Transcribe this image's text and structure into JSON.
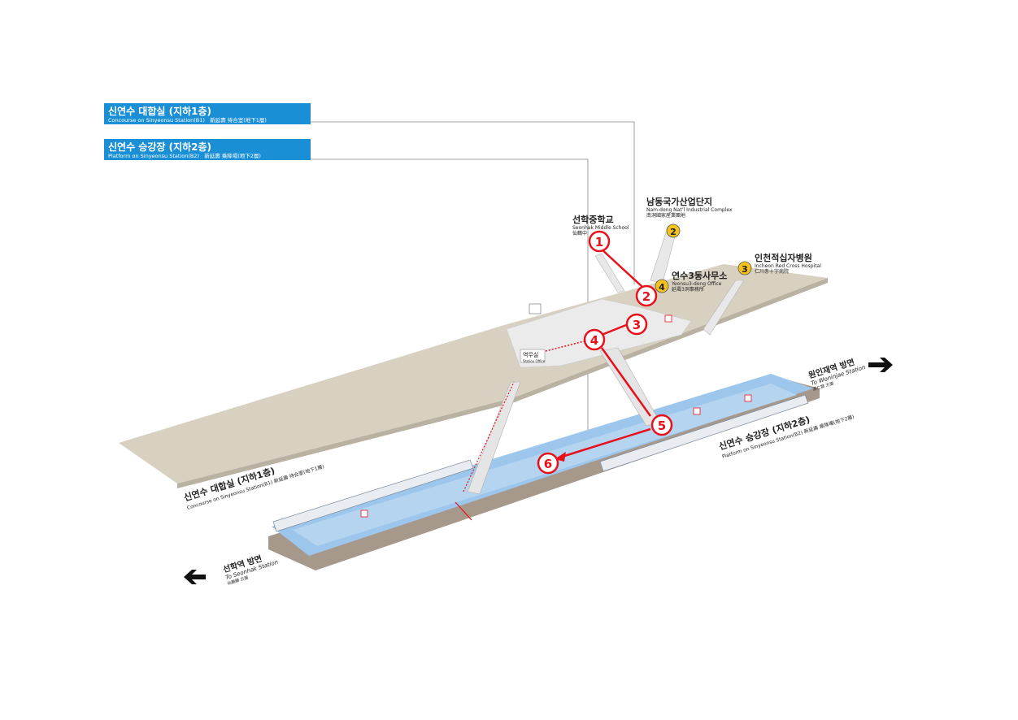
{
  "legend": {
    "concourse": {
      "ko": "신연수 대합실 (지하1층)",
      "en": "Concourse on Sinyeonsu Station(B1)",
      "cn": "新延壽 待合室(地下1層)"
    },
    "platform": {
      "ko": "신연수 승강장 (지하2층)",
      "en": "Platform on Sinyeonsu Station(B2)",
      "cn": "新延壽 乘降場(地下2層)"
    }
  },
  "exits": [
    {
      "num": "2",
      "ko": "남동국가산업단지",
      "en": "Nam-dong Nat’l Industrial Complex",
      "cn": "南洞國家産業團地"
    },
    {
      "num": "3",
      "ko": "인천적십자병원",
      "en": "Incheon Red Cross Hospital",
      "cn": "仁川赤十字病院"
    },
    {
      "num": "4",
      "ko": "연수3동사무소",
      "en": "Yeonsu3-dong Office",
      "cn": "延壽3洞事務所"
    },
    {
      "num": "1",
      "ko": "선학중학교",
      "en": "Seonhak Middle School",
      "cn": "仙鶴中"
    }
  ],
  "route_steps": [
    "1",
    "2",
    "3",
    "4",
    "5",
    "6"
  ],
  "concourse_label": {
    "ko": "신연수 대합실 (지하1층)",
    "en": "Concourse on Sinyeonsu Station(B1) 新延壽 待合室(地下1層)"
  },
  "platform_label": {
    "ko": "신연수 승강장 (지하2층)",
    "en": "Platform on Sinyeonsu Station(B2) 新延壽 乘降場(地下2層)"
  },
  "direction_right": {
    "ko": "원인재역 방면",
    "en": "To Woninjae Station",
    "cn": "源仁齋 方面"
  },
  "direction_left": {
    "ko": "선학역 방면",
    "en": "To Seonhak Station",
    "cn": "仙鶴驛 方面"
  },
  "office_label": {
    "ko": "역무실",
    "en": "Station Office"
  },
  "colors": {
    "legend_bg": "#1a8fd6",
    "concourse": "#d8d1c2",
    "platform": "#9cc6ec",
    "route": "#e8111b",
    "exit_marker": "#f3c21c"
  }
}
